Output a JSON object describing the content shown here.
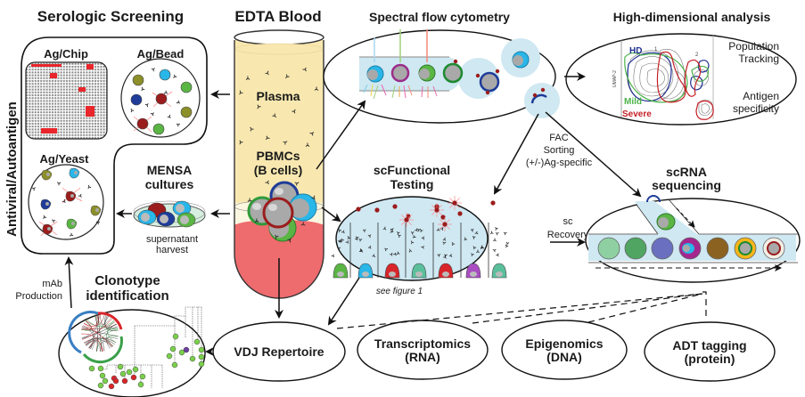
{
  "sections": {
    "serologic_screening": "Serologic Screening",
    "side_label": "Antiviral/Autoantigen",
    "ag_chip": "Ag/Chip",
    "ag_bead": "Ag/Bead",
    "ag_yeast": "Ag/Yeast",
    "mensa_line1": "MENSA",
    "mensa_line2": "cultures",
    "mensa_sub1": "supernatant",
    "mensa_sub2": "harvest",
    "edta_blood": "EDTA Blood",
    "plasma": "Plasma",
    "pbmcs_line1": "PBMCs",
    "pbmcs_line2": "(B cells)",
    "spectral_flow": "Spectral flow cytometry",
    "high_dim": "High-dimensional analysis",
    "pop_tracking_1": "Population",
    "pop_tracking_2": "Tracking",
    "antigen_spec_1": "Antigen",
    "antigen_spec_2": "specificity",
    "umap_label": "UMAP-2",
    "legend_hd": "HD",
    "legend_mild": "Mild",
    "legend_severe": "Severe",
    "cluster_1": "1",
    "cluster_2": "2",
    "fac_1": "FAC",
    "fac_2": "Sorting",
    "fac_3": "(+/-)Ag-specific",
    "scfunc_1": "scFunctional",
    "scfunc_2": "Testing",
    "see_figure": "see figure 1",
    "sc_recovery_1": "sc",
    "sc_recovery_2": "Recovery",
    "scrna_1": "scRNA",
    "scrna_2": "sequencing",
    "mab_1": "mAb",
    "mab_2": "Production",
    "clono_1": "Clonotype",
    "clono_2": "identification",
    "vdj": "VDJ Repertoire",
    "transcriptomics_1": "Transcriptomics",
    "transcriptomics_2": "(RNA)",
    "epigenomics_1": "Epigenomics",
    "epigenomics_2": "(DNA)",
    "adt_1": "ADT tagging",
    "adt_2": "(protein)"
  },
  "colors": {
    "plasma": "#f8e8b0",
    "buffy": "#fbf6e0",
    "rbc": "#ee6b6e",
    "cell_grey": "#a9a9a9",
    "cyan": "#29b6e8",
    "blue": "#1f3c99",
    "green": "#5ab544",
    "darkred": "#9b1c1c",
    "olive": "#8c8f2a",
    "magenta": "#9b2d8a",
    "lightblue_fill": "#cfe8f2",
    "hd": "#1f2f8f",
    "mild": "#4cb34a",
    "severe": "#c42026",
    "red_dot": "#e8262b"
  }
}
